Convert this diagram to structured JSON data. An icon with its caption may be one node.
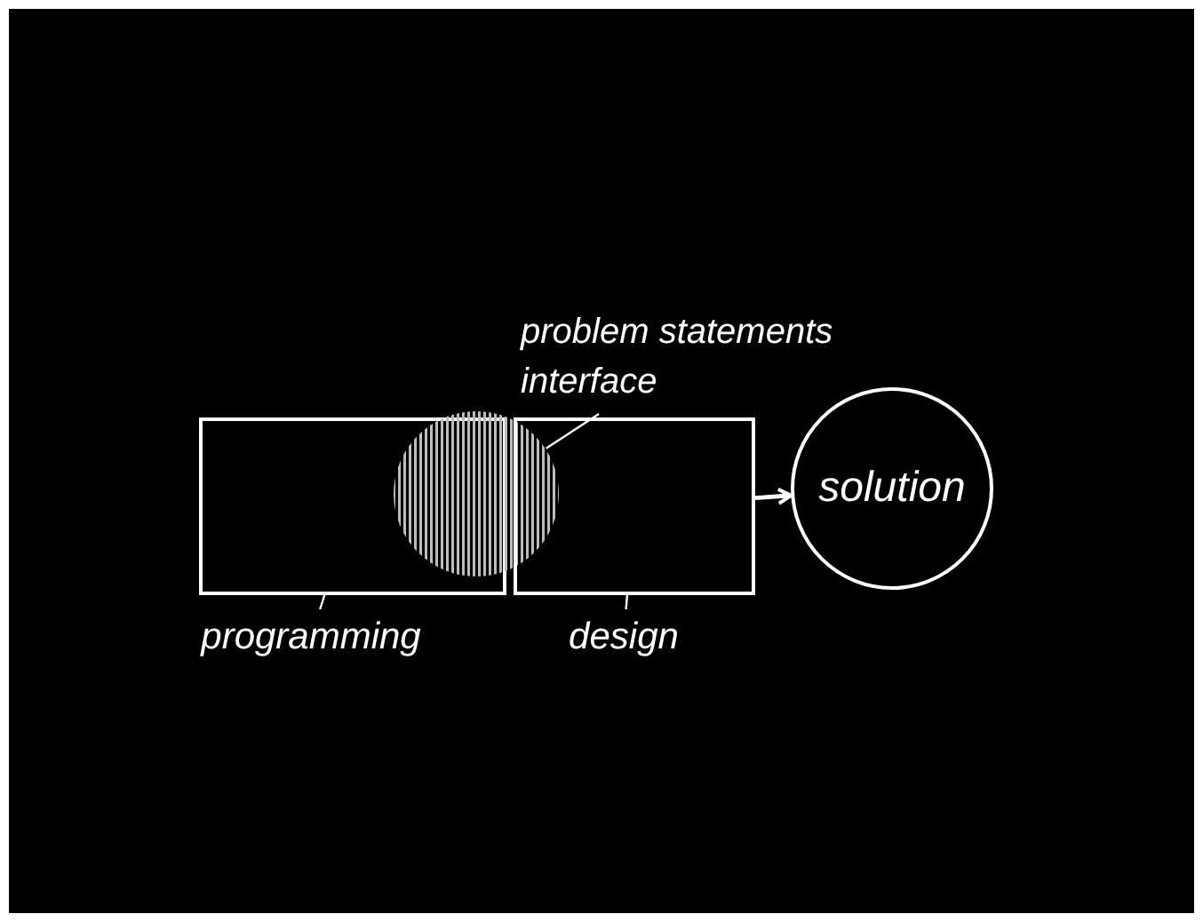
{
  "diagram": {
    "nodes": [
      {
        "text": [],
        "shape": "box"
      },
      {
        "text": [],
        "shape": "circle"
      },
      {
        "text": [],
        "shape": "box"
      },
      {
        "text": [
          "solution"
        ]
      },
      {
        "text": [
          "problem statements interface"
        ]
      },
      {
        "text": [
          "programming"
        ]
      },
      {
        "text": [
          "design"
        ]
      }
    ],
    "edges": [
      {
        "from": 2,
        "to": 3,
        "arrow": "to"
      },
      {
        "from": 4,
        "to": 1,
        "arrow": "none"
      },
      {
        "from": 5,
        "to": 0,
        "arrow": "none"
      },
      {
        "from": 6,
        "to": 2,
        "arrow": "none"
      }
    ]
  }
}
